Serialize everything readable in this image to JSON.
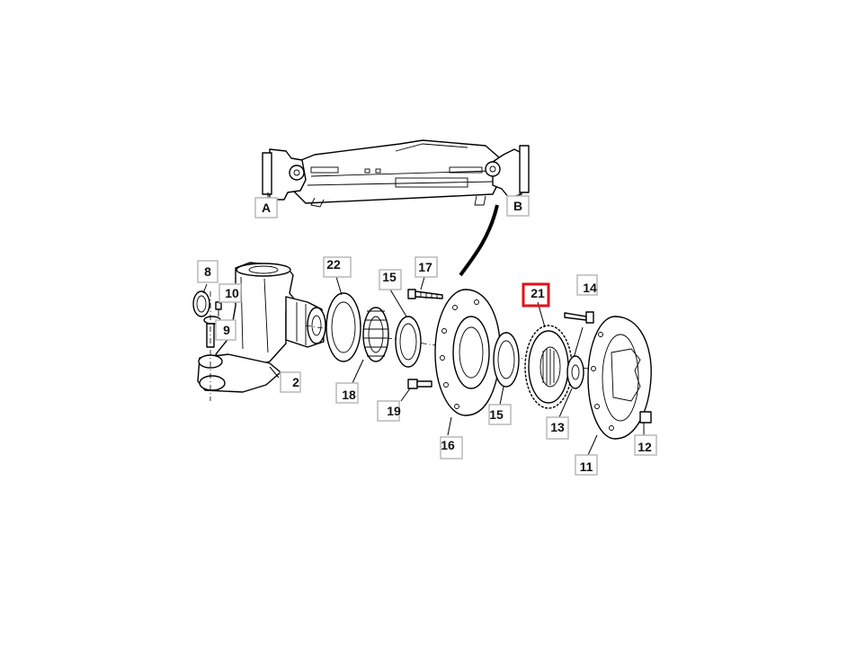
{
  "diagram": {
    "highlight_color": "#e0121b",
    "highlighted_part": "21",
    "view_labels": [
      "A",
      "B"
    ],
    "callouts": [
      "8",
      "10",
      "9",
      "2",
      "22",
      "18",
      "15",
      "17",
      "19",
      "16",
      "15",
      "21",
      "14",
      "13",
      "11",
      "12"
    ]
  }
}
